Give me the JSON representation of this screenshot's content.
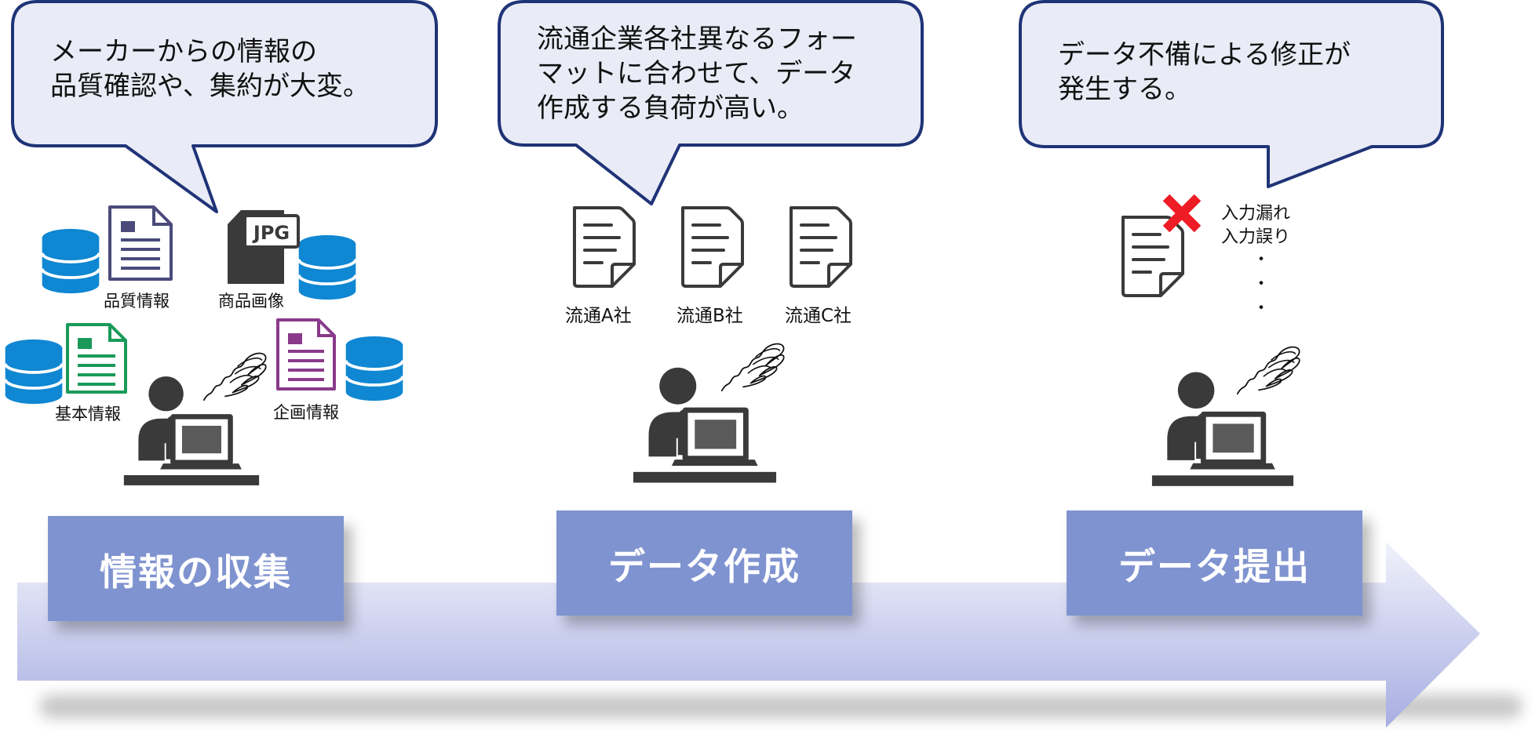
{
  "bubbles": {
    "collect": "メーカーからの情報の\n品質確認や、集約が大変。",
    "create": "流通企業各社異なるフォー\nマットに合わせて、データ\n作成する負荷が高い。",
    "submit": "データ不備による修正が\n発生する。"
  },
  "collect_items": {
    "quality": "品質情報",
    "product_image": "商品画像",
    "basic": "基本情報",
    "planning": "企画情報",
    "jpg_label": "JPG"
  },
  "companies": [
    "流通A社",
    "流通B社",
    "流通C社"
  ],
  "submit_notes": {
    "line1": "入力漏れ",
    "line2": "入力誤り",
    "dots": "・\n・\n・"
  },
  "stages": {
    "collect": "情報の収集",
    "create": "データ作成",
    "submit": "データ提出"
  },
  "colors": {
    "stage_box": "#7f93d0",
    "arrow_light": "#f1f2fb",
    "arrow_dark": "#a5abe0",
    "bubble_fill": "#e9ecf6",
    "bubble_border": "#1f3377",
    "database": "#0f87d2",
    "doc_quality": "#4a4b7b",
    "doc_basic": "#1a9a5a",
    "doc_planning": "#8a3a8a",
    "person": "#3a3a3a",
    "error_cross": "#ee1c25"
  },
  "icons": {
    "database": "database-icon",
    "document": "document-icon",
    "person": "person-at-computer-icon",
    "worry": "worry-scribble-icon",
    "error": "error-cross-icon"
  }
}
